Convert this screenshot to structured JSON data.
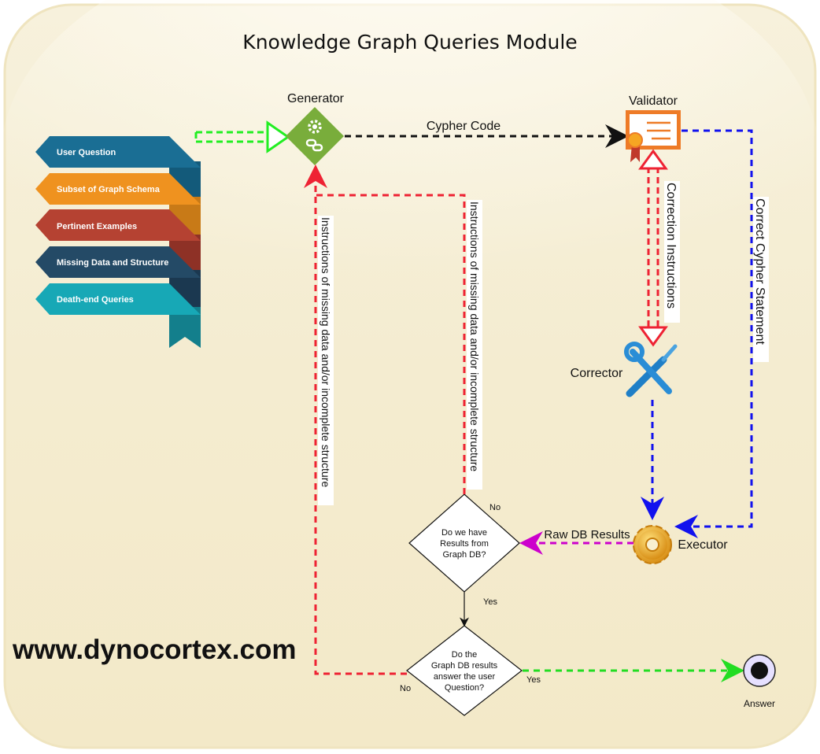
{
  "title": "Knowledge Graph Queries Module",
  "nodes": {
    "generator": "Generator",
    "validator": "Validator",
    "corrector": "Corrector",
    "executor": "Executor",
    "answer": "Answer"
  },
  "decisions": {
    "has_results": [
      "Do we have",
      "Results from",
      "Graph DB?"
    ],
    "answers_question": [
      "Do the",
      "Graph DB results",
      "answer the user",
      "Question?"
    ]
  },
  "edges": {
    "cypher_code": "Cypher Code",
    "correct_cypher": "Correct Cypher Statement",
    "correction_instructions": "Correction Instructions",
    "raw_db_results": "Raw DB Results",
    "instructions_left": "Instructions of missing data and/or incomplete structure",
    "instructions_right": "Instructions of missing data and/or incomplete structure",
    "no_1": "No",
    "yes_1": "Yes",
    "no_2": "No",
    "yes_2": "Yes"
  },
  "inputs": [
    {
      "label": "User Question",
      "color": "#1a6e94"
    },
    {
      "label": "Subset of Graph Schema",
      "color": "#ef921f"
    },
    {
      "label": "Pertinent Examples",
      "color": "#b54232"
    },
    {
      "label": "Missing Data and Structure",
      "color": "#244a66"
    },
    {
      "label": "Death-end Queries",
      "color": "#17a8b6"
    }
  ],
  "website": "www.dynocortex.com",
  "colors": {
    "panel": "#f5efd8",
    "panel_border": "#efe4bf",
    "generator": "#79ad3b",
    "validator": "#ee7b27",
    "green_arrow": "#22ee22",
    "red_arrow": "#ee2233",
    "blue_arrow": "#1111ee",
    "magenta_arrow": "#cc00cc"
  },
  "icons": [
    "gear-link-icon",
    "certificate-icon",
    "wrench-screwdriver-icon",
    "gear-icon",
    "end-circle-icon"
  ]
}
